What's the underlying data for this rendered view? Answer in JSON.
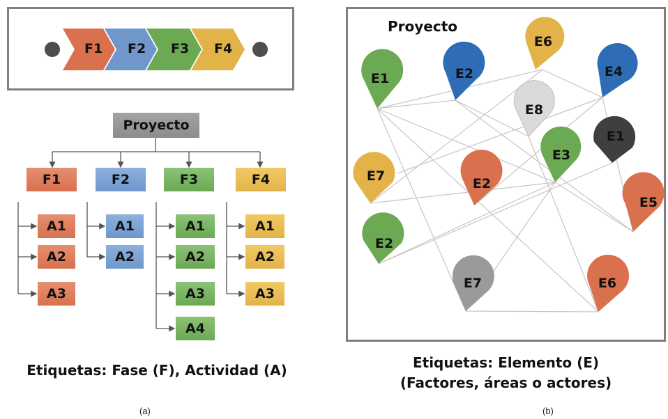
{
  "panel_a": {
    "phases": [
      "F1",
      "F2",
      "F3",
      "F4"
    ],
    "root": "Proyecto",
    "columns": [
      {
        "phase": "F1",
        "color": "#d9714f",
        "activities": [
          "A1",
          "A2",
          "A3"
        ]
      },
      {
        "phase": "F2",
        "color": "#6f97cc",
        "activities": [
          "A1",
          "A2"
        ]
      },
      {
        "phase": "F3",
        "color": "#6ba953",
        "activities": [
          "A1",
          "A2",
          "A3",
          "A4"
        ]
      },
      {
        "phase": "F4",
        "color": "#e3b34a",
        "activities": [
          "A1",
          "A2",
          "A3"
        ]
      }
    ],
    "caption": "Etiquetas: Fase (F), Actividad (A)",
    "label": "(a)"
  },
  "panel_b": {
    "title": "Proyecto",
    "elements": [
      {
        "label": "E1",
        "color": "#6ba953"
      },
      {
        "label": "E2",
        "color": "#2e6db6"
      },
      {
        "label": "E6",
        "color": "#e3b34a"
      },
      {
        "label": "E4",
        "color": "#2e6db6"
      },
      {
        "label": "E8",
        "color": "#d9d9d9"
      },
      {
        "label": "E1",
        "color": "#3f3f3f"
      },
      {
        "label": "E3",
        "color": "#6ba953"
      },
      {
        "label": "E7",
        "color": "#e3b34a"
      },
      {
        "label": "E2",
        "color": "#d9714f"
      },
      {
        "label": "E5",
        "color": "#d9714f"
      },
      {
        "label": "E2",
        "color": "#6ba953"
      },
      {
        "label": "E7",
        "color": "#9a9a9a"
      },
      {
        "label": "E6",
        "color": "#d9714f"
      }
    ],
    "caption_line1": "Etiquetas: Elemento (E)",
    "caption_line2": "(Factores, áreas o actores)",
    "label": "(b)"
  }
}
